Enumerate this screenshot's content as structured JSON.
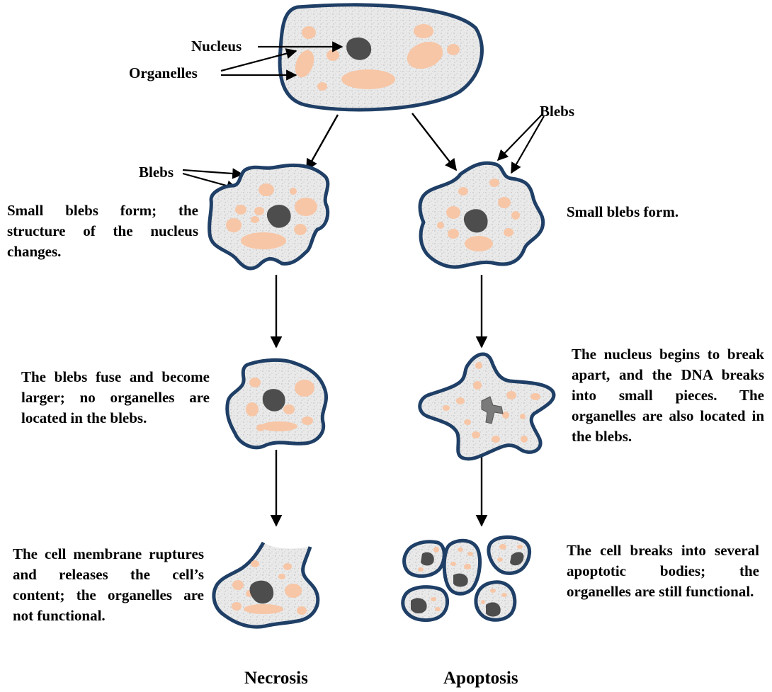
{
  "labels": {
    "nucleus": "Nucleus",
    "organelles": "Organelles",
    "blebs_top_right": "Blebs",
    "blebs_left": "Blebs"
  },
  "necrosis": {
    "title": "Necrosis",
    "step1": "Small blebs form; the structure of the nucleus changes.",
    "step2": "The blebs fuse and become larger; no organelles are located in the blebs.",
    "step3": "The cell membrane ruptures and releases the cell’s content; the organelles are not functional."
  },
  "apoptosis": {
    "title": "Apoptosis",
    "step1": "Small blebs form.",
    "step2": "The nucleus begins to break apart, and the DNA breaks into small pieces. The organelles are also located in the blebs.",
    "step3": "The cell breaks into several apoptotic bodies; the organelles are still functional."
  },
  "colors": {
    "membrane": "#1f3f66",
    "cytoplasm": "#e6e6e6",
    "organelle": "#f7c6a6",
    "nucleus": "#4d4d4d",
    "dna_fragment": "#7a7a7a"
  }
}
